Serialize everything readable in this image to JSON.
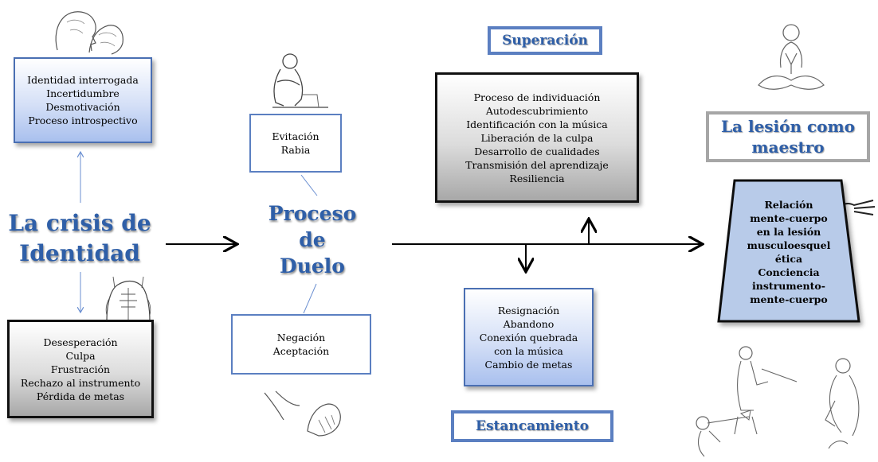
{
  "main_title": {
    "line1": "La crisis de",
    "line2": "Identidad"
  },
  "center_title": {
    "line1": "Proceso",
    "line2": "de",
    "line3": "Duelo"
  },
  "box_top_left": [
    "Identidad interrogada",
    "Incertidumbre",
    "Desmotivación",
    "Proceso introspectivo"
  ],
  "box_bottom_left": [
    "Desesperación",
    "Culpa",
    "Frustración",
    "Rechazo al instrumento",
    "Pérdida de metas"
  ],
  "box_evitacion": [
    "Evitación",
    "Rabia"
  ],
  "box_negacion": [
    "Negación",
    "Aceptación"
  ],
  "superacion": {
    "label": "Superación",
    "items": [
      "Proceso de individuación",
      "Autodescubrimiento",
      "Identificación con la música",
      "Liberación de la culpa",
      "Desarrollo de cualidades",
      "Transmisión del aprendizaje",
      "Resiliencia"
    ]
  },
  "estancamiento": {
    "label": "Estancamiento",
    "items": [
      "Resignación",
      "Abandono",
      "Conexión quebrada",
      "con la música",
      "Cambio de metas"
    ]
  },
  "leccion": {
    "label_line1": "La lesión como",
    "label_line2": "maestro",
    "items": [
      "Relación",
      "mente-cuerpo",
      "en la lesión",
      "musculoesquel",
      "ética",
      "Conciencia",
      "instrumento-",
      "mente-cuerpo"
    ]
  },
  "colors": {
    "title_blue": "#2f5fa8",
    "border_blue": "#4a6fb3",
    "trapezoid_fill": "#b8cbe9"
  },
  "icons": [
    "head-profile-sketch",
    "sitting-person-sketch",
    "meditating-person-sketch",
    "body-anatomy-sketch",
    "hands-sketch",
    "musicians-sketch",
    "bandaged-hand-sketch"
  ]
}
